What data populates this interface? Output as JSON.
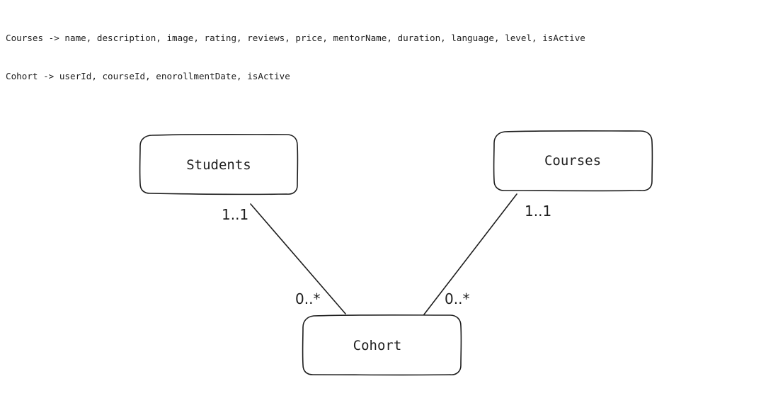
{
  "notes": {
    "line1": "Courses -> name, description, image, rating, reviews, price, mentorName, duration, language, level, isActive",
    "line2": "Cohort -> userId, courseId, enorollmentDate, isActive"
  },
  "entities": {
    "students": "Students",
    "courses": "Courses",
    "cohort": "Cohort"
  },
  "relationships": {
    "students_cohort": {
      "students_end": "1..1",
      "cohort_end": "0..*"
    },
    "courses_cohort": {
      "courses_end": "1..1",
      "cohort_end": "0..*"
    }
  },
  "colors": {
    "stroke": "#1e1e1e",
    "background": "#ffffff"
  }
}
